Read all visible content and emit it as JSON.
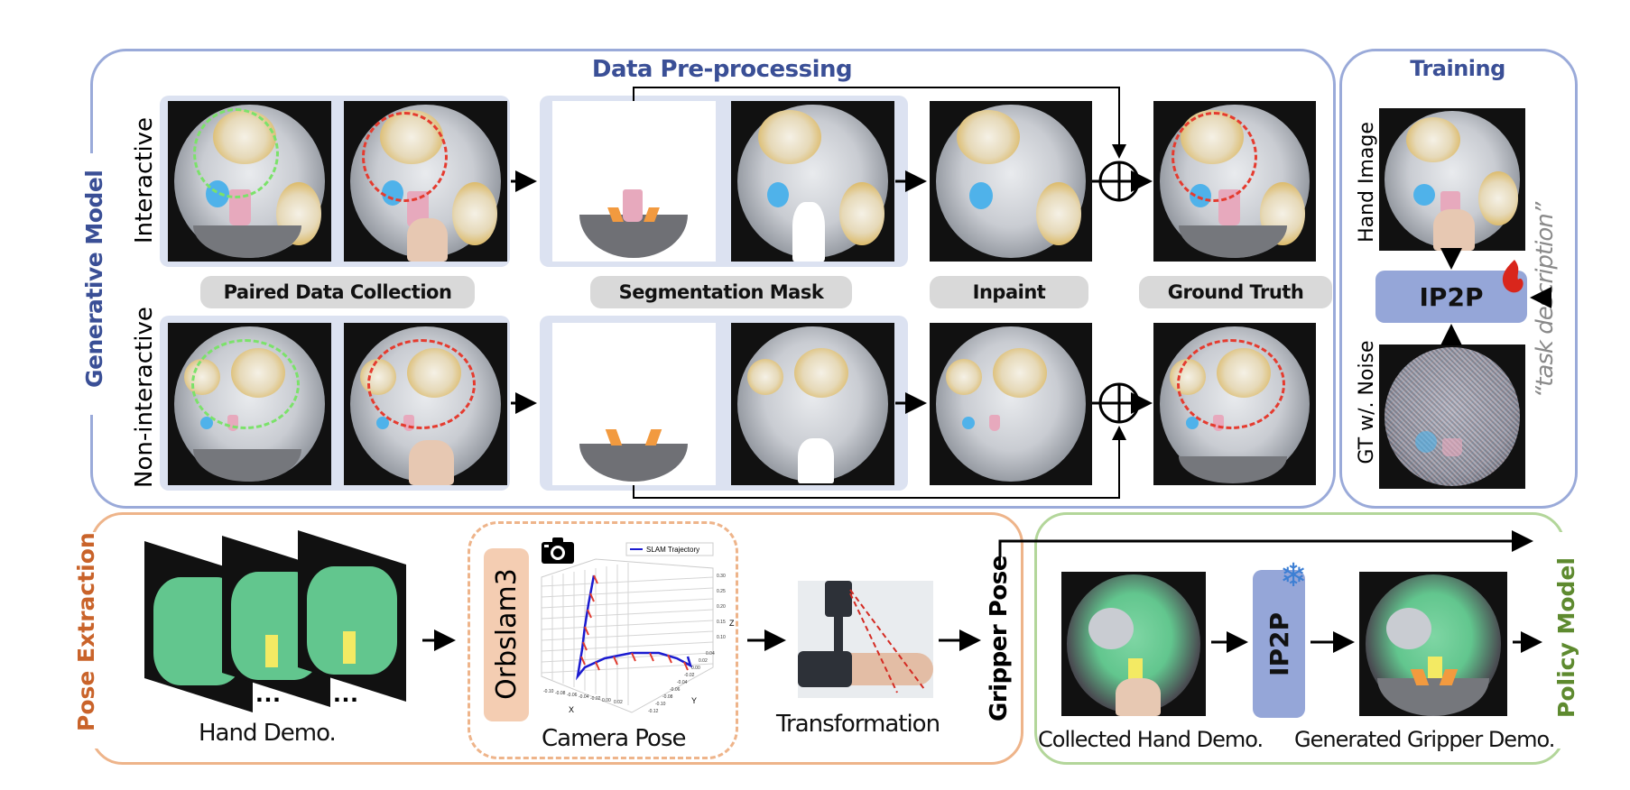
{
  "sections": {
    "generative_model": "Generative Model",
    "data_preprocessing": "Data Pre-processing",
    "training": "Training",
    "pose_extraction": "Pose Extraction",
    "policy_model": "Policy Model"
  },
  "rows": {
    "interactive": "Interactive",
    "non_interactive": "Non-interactive"
  },
  "stage_labels": {
    "paired_data_collection": "Paired Data Collection",
    "segmentation_mask": "Segmentation Mask",
    "inpaint": "Inpaint",
    "ground_truth": "Ground Truth"
  },
  "training": {
    "hand_image": "Hand Image",
    "gt_noise": "GT w/. Noise",
    "model": "IP2P",
    "task_description": "“task description”",
    "trainable_icon": "flame-icon"
  },
  "pose": {
    "hand_demo": "Hand Demo.",
    "ellipsis": "…",
    "orbslam": "Orbslam3",
    "camera_icon": "camera-icon",
    "camera_pose": "Camera Pose",
    "transformation": "Transformation",
    "gripper_pose": "Gripper Pose"
  },
  "slam_plot": {
    "legend": "SLAM Trajectory",
    "x_label": "X",
    "y_label": "Y",
    "z_label": "Z",
    "x_ticks": [
      "-0.10",
      "-0.08",
      "-0.06",
      "-0.04",
      "-0.02",
      "0.00",
      "0.02"
    ],
    "y_ticks": [
      "-0.12",
      "-0.10",
      "-0.08",
      "-0.06",
      "-0.04",
      "-0.02",
      "0.00",
      "0.02",
      "0.04"
    ],
    "z_ticks": [
      "0.30",
      "0.25",
      "0.20",
      "0.15",
      "0.10"
    ]
  },
  "policy": {
    "collected": "Collected Hand Demo.",
    "model": "IP2P",
    "frozen_icon": "snowflake-icon",
    "generated": "Generated Gripper Demo."
  },
  "colors": {
    "blue_panel": "#9aaad9",
    "orange_panel": "#eeb48a",
    "green_panel": "#b3d69a",
    "title_blue": "#3a4f96",
    "title_orange": "#c9632a",
    "title_green": "#5e8a2f",
    "ip2p_fill": "#95a6d8"
  }
}
